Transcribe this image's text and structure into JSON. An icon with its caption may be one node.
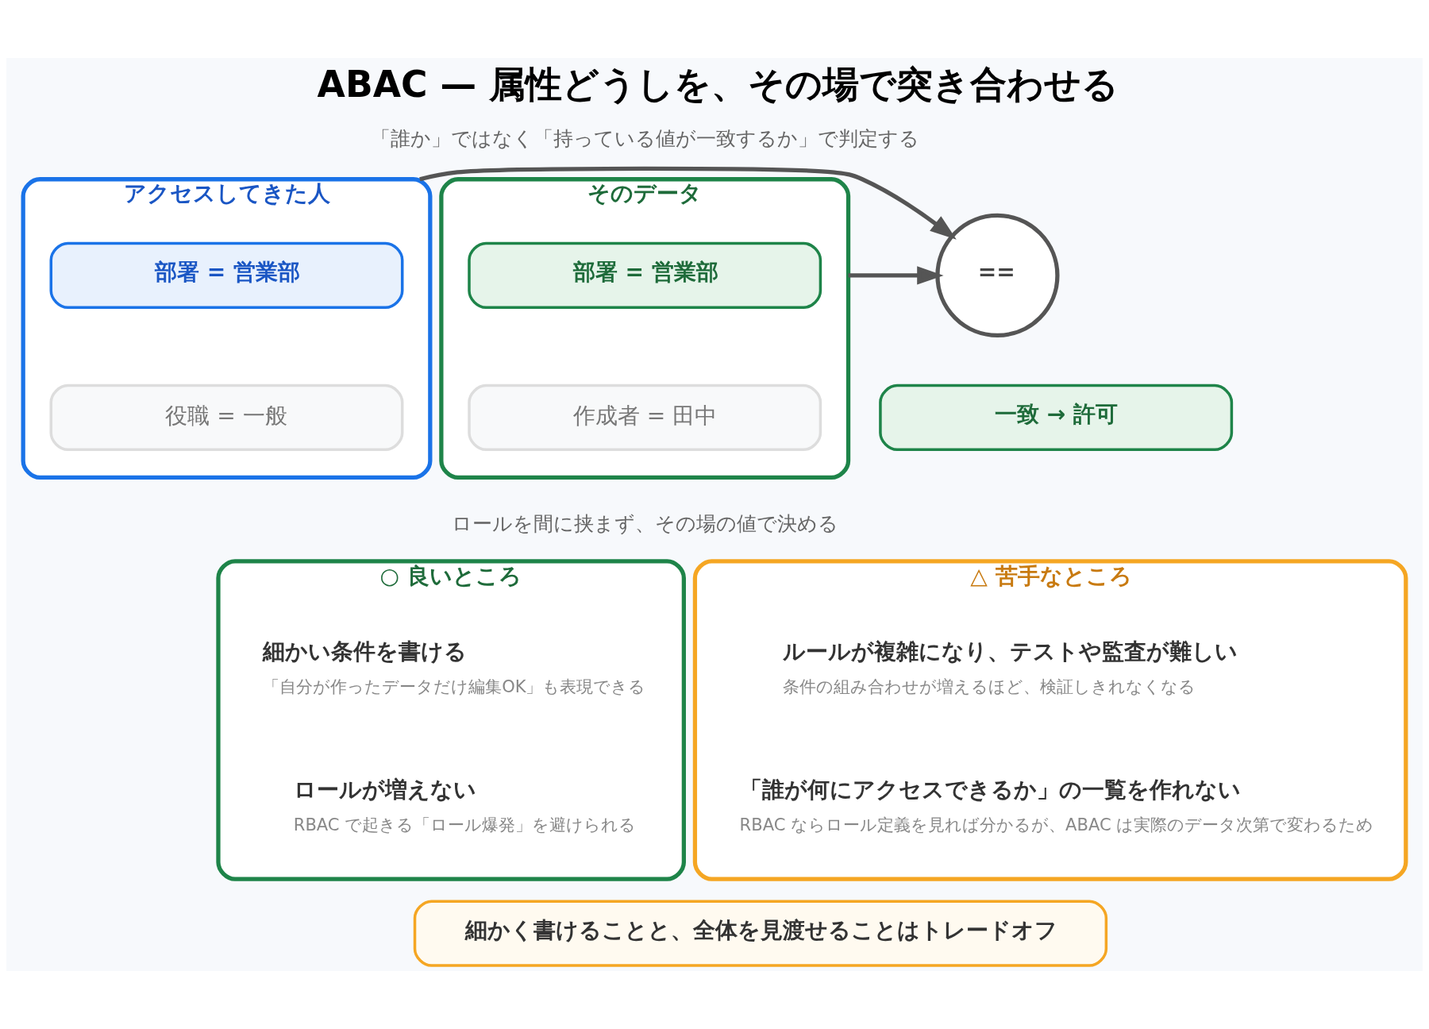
{
  "diagram": {
    "title": "ABAC — 属性どうしを、その場で突き合わせる",
    "nodes": [
      {
        "text": [
          "アクセスしてきた人"
        ]
      },
      {
        "text": [
          "部署 = 営業部"
        ],
        "in": 0
      },
      {
        "text": [
          "役職 = 一般"
        ],
        "in": 0
      },
      {
        "text": [
          "=="
        ]
      },
      {
        "text": [
          "一致 → 許可"
        ]
      },
      {
        "text": [
          "そのデータ"
        ]
      },
      {
        "text": [
          "部署 = 営業部"
        ],
        "in": 5
      },
      {
        "text": [
          "作成者 = 田中"
        ],
        "in": 5
      },
      {
        "text": [
          "○ 良いところ"
        ]
      },
      {
        "text": [
          "細かい条件を書ける",
          "「自分が作ったデータだけ編集OK」も表現できる"
        ],
        "in": 8
      },
      {
        "text": [
          "ロールが増えない",
          "RBAC で起きる「ロール爆発」を避けられる"
        ],
        "in": 8
      },
      {
        "text": [
          "△ 苦手なところ"
        ]
      },
      {
        "text": [
          "ルールが複雑になり、テストや監査が難しい",
          "条件の組み合わせが増えるほど、検証しきれなくなる"
        ],
        "in": 11
      },
      {
        "text": [
          "「誰が何にアクセスできるか」の一覧を作れない",
          "RBAC ならロール定義を見れば分かるが、ABAC は実際のデータ次第で変わるため"
        ],
        "in": 11
      },
      {
        "text": [
          "細かく書けることと、全体を見渡せることはトレードオフ"
        ]
      }
    ],
    "edges": [
      {
        "from": 0,
        "to": 3,
        "arrow": "to"
      },
      {
        "from": 5,
        "to": 3,
        "arrow": "to"
      }
    ],
    "labels": [
      "「誰か」ではなく「持っている値が一致するか」で判定する",
      "ロールを間に挟まず、その場の値で決める"
    ]
  }
}
